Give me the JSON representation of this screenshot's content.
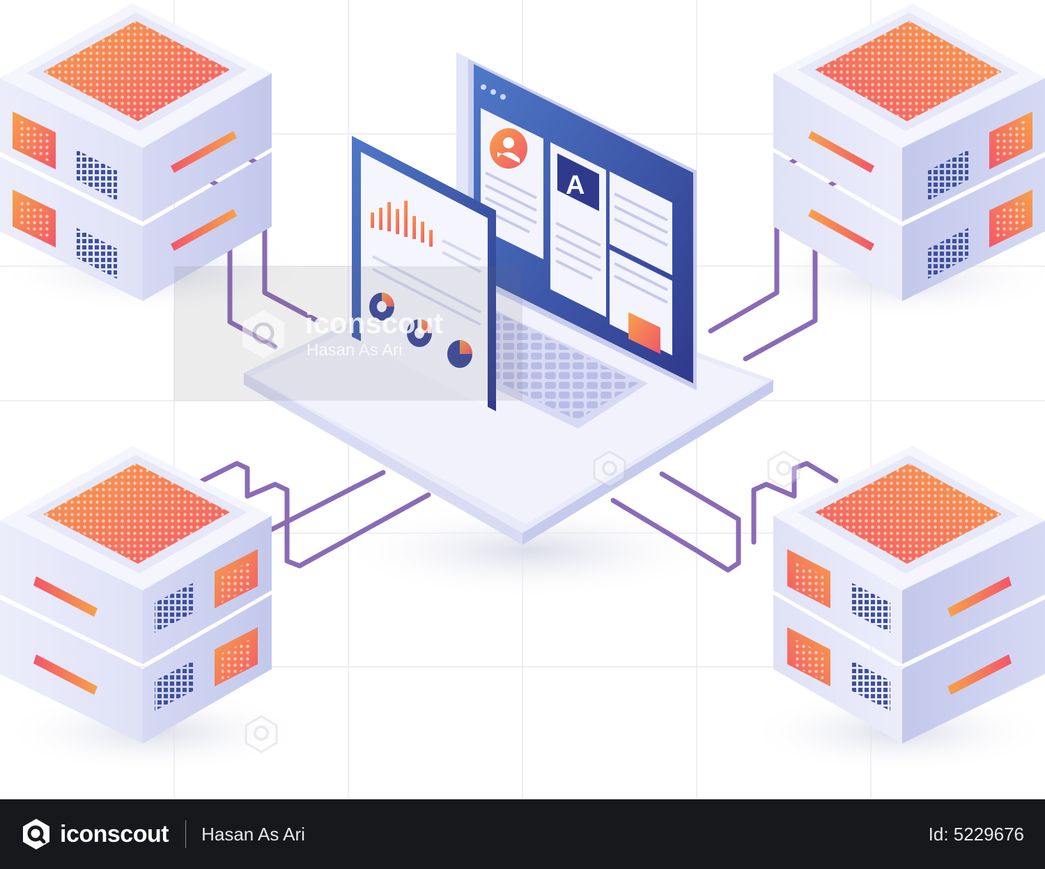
{
  "watermark": {
    "brand": "iconscout",
    "author": "Hasan As Ari"
  },
  "footer": {
    "brand": "iconscout",
    "author": "Hasan As Ari",
    "asset_id": "Id: 5229676"
  },
  "illustration": {
    "letter_tile": "A",
    "icons": [
      "server-icon",
      "laptop-icon",
      "bar-chart-icon",
      "user-profile-icon",
      "pie-chart-icon",
      "keyboard-icon"
    ]
  },
  "colors": {
    "server_body": "#ebedfa",
    "server_side": "#c9cdef",
    "cable": "#8a6bb5",
    "accent_orange": "#f6a24a",
    "accent_red": "#f2566a",
    "screen_blue": "#3b4a99",
    "footer_bg": "#17181c"
  }
}
